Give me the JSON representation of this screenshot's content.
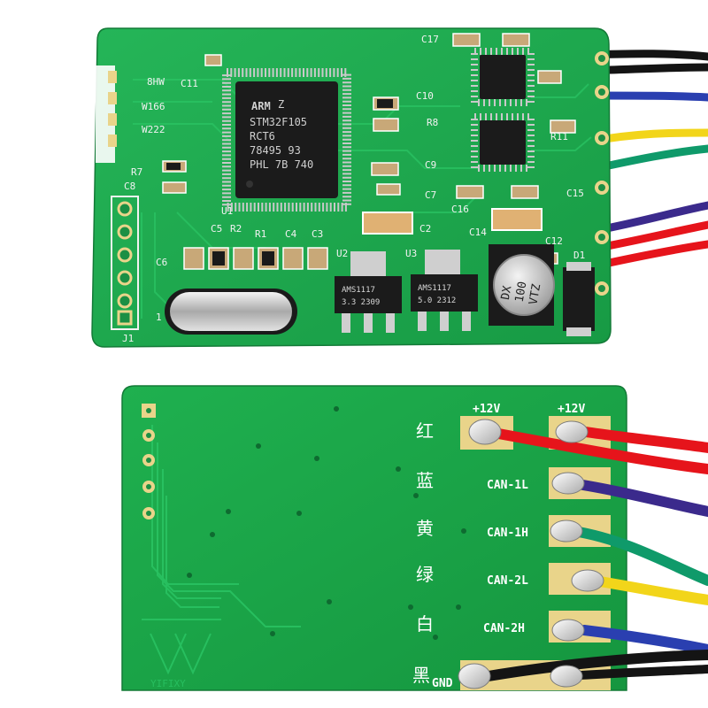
{
  "top_board": {
    "mcu_logo": "ARM",
    "mcu_rev": "Z",
    "mcu_lines": [
      "STM32F105",
      "RCT6",
      "78495 93",
      "PHL 7B 740"
    ],
    "regulator_left": [
      "AMS1117",
      "3.3 2309"
    ],
    "regulator_right": [
      "AMS1117",
      "5.0 2312"
    ],
    "capacitor_lines": [
      "DX",
      "100",
      "VTZ"
    ],
    "silk_labels": {
      "u1": "U1",
      "u2": "U2",
      "u3": "U3",
      "j1": "J1",
      "d1": "D1",
      "c2": "C2",
      "c3": "C3",
      "c4": "C4",
      "c5": "C5",
      "c6": "C6",
      "c7": "C7",
      "c8": "C8",
      "c9": "C9",
      "c10": "C10",
      "c11": "C11",
      "c12": "C12",
      "c14": "C14",
      "c15": "C15",
      "c16": "C16",
      "c17": "C17",
      "r1": "R1",
      "r2": "R2",
      "r7": "R7",
      "r8": "R8",
      "r11": "R11",
      "m1": "1",
      "side1": "8HW",
      "side2": "W166",
      "side3": "W222"
    }
  },
  "bottom_board": {
    "pads": [
      {
        "label": "+12V",
        "cn": "红"
      },
      {
        "label": "+12V",
        "cn": ""
      },
      {
        "label": "CAN-1L",
        "cn": "蓝"
      },
      {
        "label": "CAN-1H",
        "cn": "黄"
      },
      {
        "label": "CAN-2L",
        "cn": "绿"
      },
      {
        "label": "CAN-2H",
        "cn": "白"
      },
      {
        "label": "GND",
        "cn": "黑"
      }
    ],
    "logo": "YIFIXY"
  },
  "colors": {
    "pcb_green": "#1fae4f",
    "wire_red": "#e6141b",
    "wire_purple": "#3b2a8c",
    "wire_green": "#0f9a6a",
    "wire_yellow": "#f2d51a",
    "wire_blue": "#2a3fb0",
    "wire_black": "#141414"
  }
}
